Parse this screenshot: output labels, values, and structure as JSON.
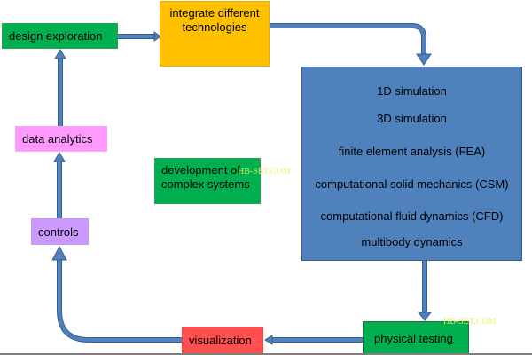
{
  "diagram": {
    "nodes": {
      "design_exploration": "design exploration",
      "integrate_line1": "integrate different",
      "integrate_line2": "technologies",
      "simulation_items": [
        "1D simulation",
        "3D simulation",
        "finite element analysis (FEA)",
        "computational solid mechanics (CSM)",
        "computational fluid dynamics (CFD)",
        "multibody dynamics"
      ],
      "physical_testing": "physical testing",
      "visualization": "visualization",
      "controls": "controls",
      "data_analytics": "data analytics",
      "development_line1": "development of",
      "development_line2": "complex systems"
    },
    "flow": [
      "design exploration",
      "integrate different technologies",
      "simulation",
      "physical testing",
      "visualization",
      "controls",
      "data analytics",
      "design exploration"
    ],
    "watermarks": [
      "HB-SET.COM",
      "HB-SET.COM"
    ],
    "colors": {
      "green": "#00b050",
      "orange": "#ffc000",
      "blue": "#4f81bd",
      "pink": "#ff99ff",
      "purple": "#cc99ff",
      "red": "#ff5050",
      "arrow": "#4f81bd",
      "arrow_border": "#385d8a"
    }
  }
}
